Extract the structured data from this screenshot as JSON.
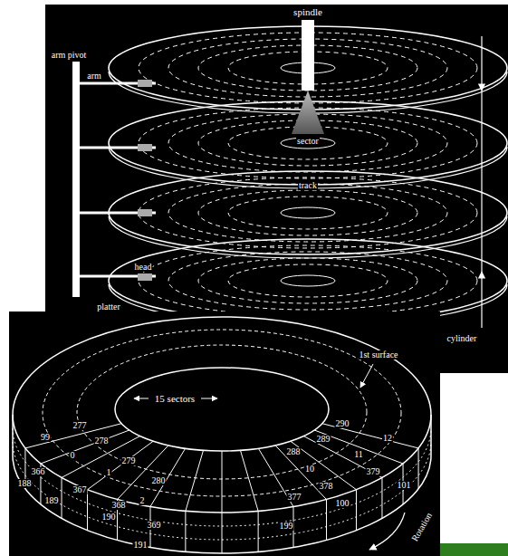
{
  "diagram": {
    "labels": [
      "spindle",
      "arm pivot",
      "arm",
      "sector",
      "track",
      "head",
      "platter",
      "cylinder",
      "1st surface",
      "15 sectors",
      "277",
      "290",
      "99",
      "278",
      "289",
      "12",
      "0",
      "279",
      "288",
      "11",
      "280",
      "10",
      "366",
      "1",
      "379",
      "188",
      "367",
      "378",
      "101",
      "2",
      "377",
      "189",
      "368",
      "100",
      "190",
      "369",
      "199",
      "191",
      "Rotation"
    ]
  }
}
